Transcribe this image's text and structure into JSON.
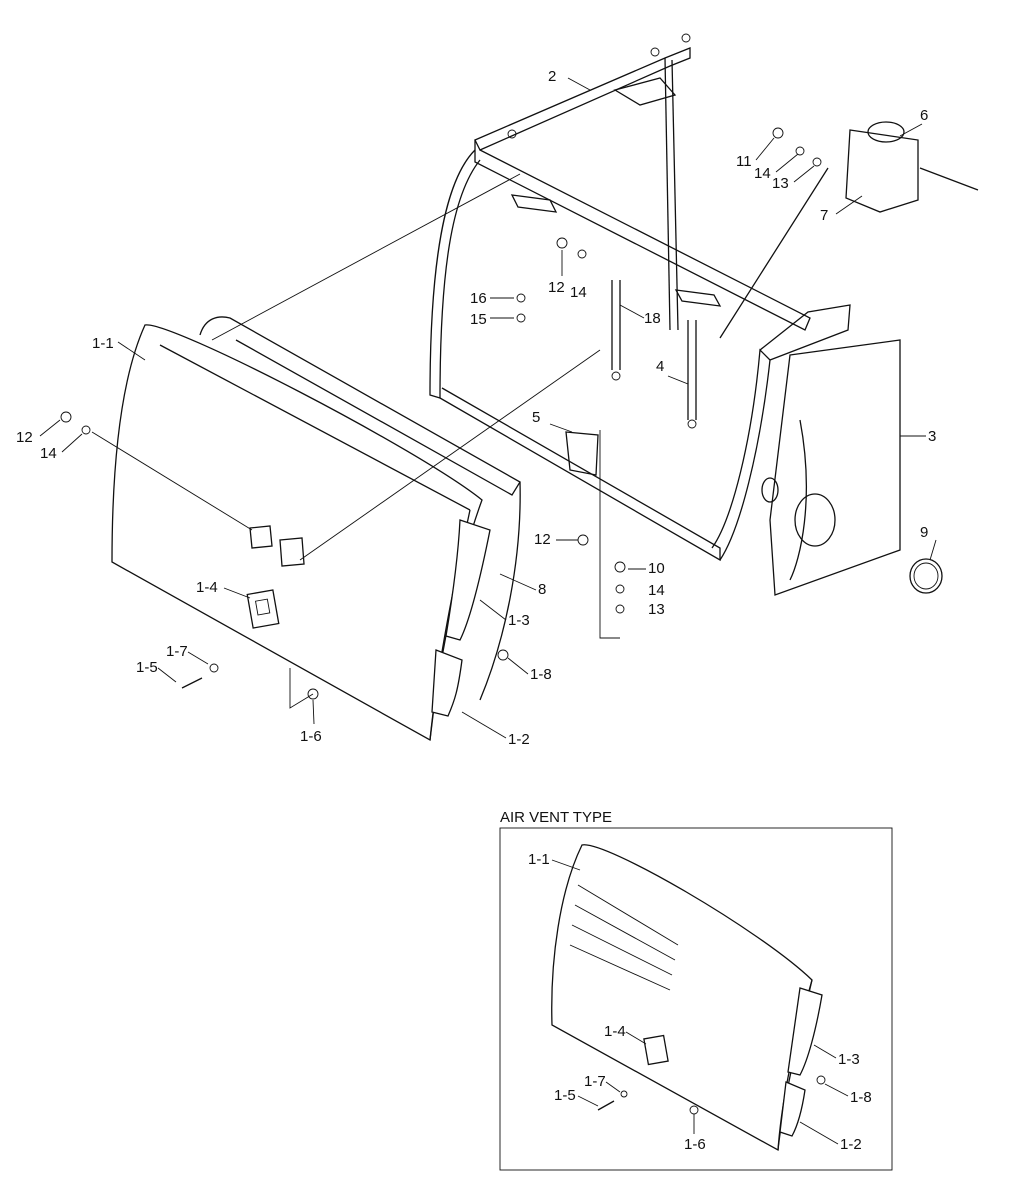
{
  "diagram": {
    "inset_title": "AIR VENT TYPE",
    "callouts_main": [
      {
        "id": "c-2",
        "text": "2"
      },
      {
        "id": "c-6",
        "text": "6"
      },
      {
        "id": "c-11",
        "text": "11"
      },
      {
        "id": "c-14a",
        "text": "14"
      },
      {
        "id": "c-13a",
        "text": "13"
      },
      {
        "id": "c-7",
        "text": "7"
      },
      {
        "id": "c-12a",
        "text": "12"
      },
      {
        "id": "c-14b",
        "text": "14"
      },
      {
        "id": "c-16",
        "text": "16"
      },
      {
        "id": "c-15",
        "text": "15"
      },
      {
        "id": "c-18",
        "text": "18"
      },
      {
        "id": "c-4",
        "text": "4"
      },
      {
        "id": "c-3",
        "text": "3"
      },
      {
        "id": "c-1-1",
        "text": "1-1"
      },
      {
        "id": "c-12b",
        "text": "12"
      },
      {
        "id": "c-14c",
        "text": "14"
      },
      {
        "id": "c-5",
        "text": "5"
      },
      {
        "id": "c-12c",
        "text": "12"
      },
      {
        "id": "c-10",
        "text": "10"
      },
      {
        "id": "c-14d",
        "text": "14"
      },
      {
        "id": "c-13b",
        "text": "13"
      },
      {
        "id": "c-9",
        "text": "9"
      },
      {
        "id": "c-8",
        "text": "8"
      },
      {
        "id": "c-1-4",
        "text": "1-4"
      },
      {
        "id": "c-1-3",
        "text": "1-3"
      },
      {
        "id": "c-1-7",
        "text": "1-7"
      },
      {
        "id": "c-1-5",
        "text": "1-5"
      },
      {
        "id": "c-1-8",
        "text": "1-8"
      },
      {
        "id": "c-1-6",
        "text": "1-6"
      },
      {
        "id": "c-1-2",
        "text": "1-2"
      }
    ],
    "callouts_inset": [
      {
        "id": "i-1-1",
        "text": "1-1"
      },
      {
        "id": "i-1-4",
        "text": "1-4"
      },
      {
        "id": "i-1-3",
        "text": "1-3"
      },
      {
        "id": "i-1-7",
        "text": "1-7"
      },
      {
        "id": "i-1-5",
        "text": "1-5"
      },
      {
        "id": "i-1-8",
        "text": "1-8"
      },
      {
        "id": "i-1-6",
        "text": "1-6"
      },
      {
        "id": "i-1-2",
        "text": "1-2"
      }
    ]
  }
}
